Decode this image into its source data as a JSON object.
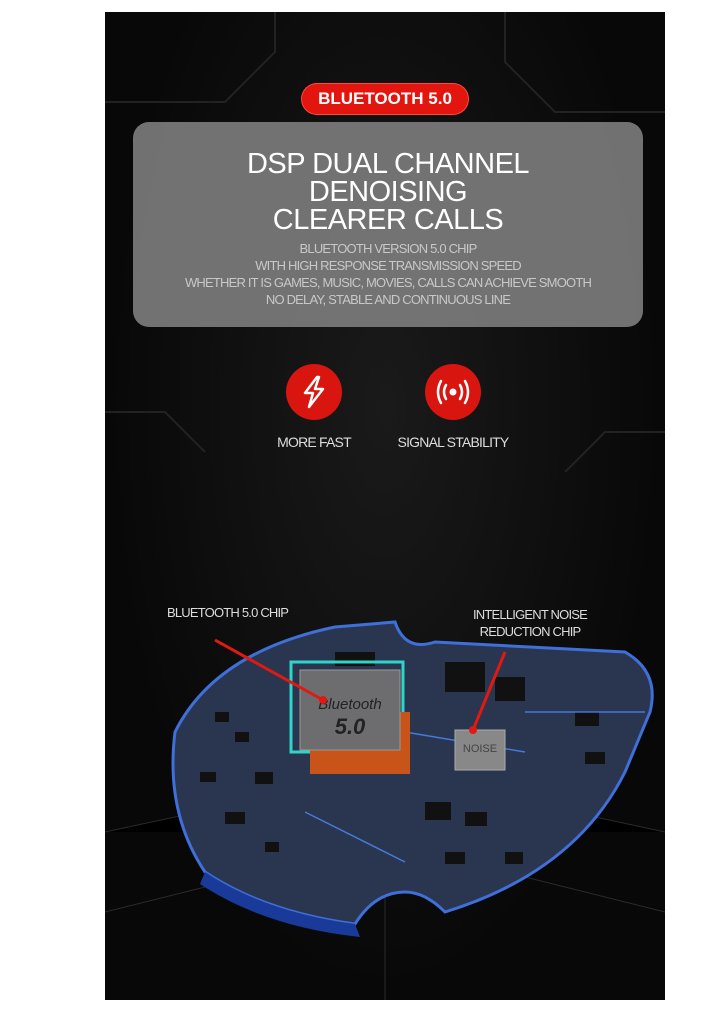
{
  "badge": "BLUETOOTH 5.0",
  "headline": [
    "DSP DUAL CHANNEL",
    "DENOISING",
    "CLEARER CALLS"
  ],
  "description": [
    "BLUETOOTH VERSION 5.0 CHIP",
    "WITH HIGH RESPONSE TRANSMISSION SPEED",
    "WHETHER IT IS GAMES, MUSIC, MOVIES, CALLS CAN ACHIEVE SMOOTH",
    "NO DELAY, STABLE AND CONTINUOUS LINE"
  ],
  "features": [
    {
      "icon": "lightning-icon",
      "label": "MORE FAST"
    },
    {
      "icon": "signal-icon",
      "label": "SIGNAL STABILITY"
    }
  ],
  "callouts": {
    "bluetooth_chip": "BLUETOOTH 5.0 CHIP",
    "noise_chip": [
      "INTELLIGENT NOISE",
      "REDUCTION CHIP"
    ]
  },
  "chip_labels": {
    "bluetooth": [
      "Bluetooth",
      "5.0"
    ],
    "noise": "NOISE"
  },
  "colors": {
    "accent": "#e3160f",
    "panel": "#7d7d7d",
    "board": "#2a3550"
  }
}
